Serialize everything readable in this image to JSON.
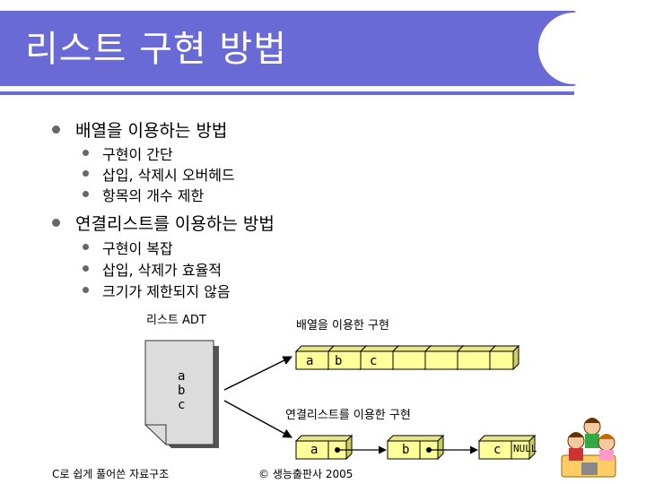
{
  "slide": {
    "title": "리스트 구현 방법"
  },
  "bullets": [
    {
      "text": "배열을 이용하는 방법",
      "children": [
        "구현이 간단",
        "삽입, 삭제시 오버헤드",
        "항목의 개수 제한"
      ]
    },
    {
      "text": "연결리스트를 이용하는 방법",
      "children": [
        "구현이 복잡",
        "삽입, 삭제가 효율적",
        "크기가 제한되지 않음"
      ]
    }
  ],
  "diagram": {
    "adt_label": "리스트 ADT",
    "adt_items": [
      "a",
      "b",
      "c"
    ],
    "array_label": "배열을 이용한 구현",
    "array_cells": [
      "a",
      "b",
      "c",
      "",
      "",
      "",
      ""
    ],
    "linked_label": "연결리스트를 이용한 구현",
    "linked_nodes": [
      "a",
      "b",
      "c"
    ],
    "null_label": "NULL"
  },
  "footer": {
    "book": "C로 쉽게 풀어쓴 자료구조",
    "copyright": "© 생능출판사 2005"
  },
  "colors": {
    "title_bar": "#6a6ad6",
    "box_fill": "#ffff99",
    "doc_fill": "#dcdcdc"
  }
}
